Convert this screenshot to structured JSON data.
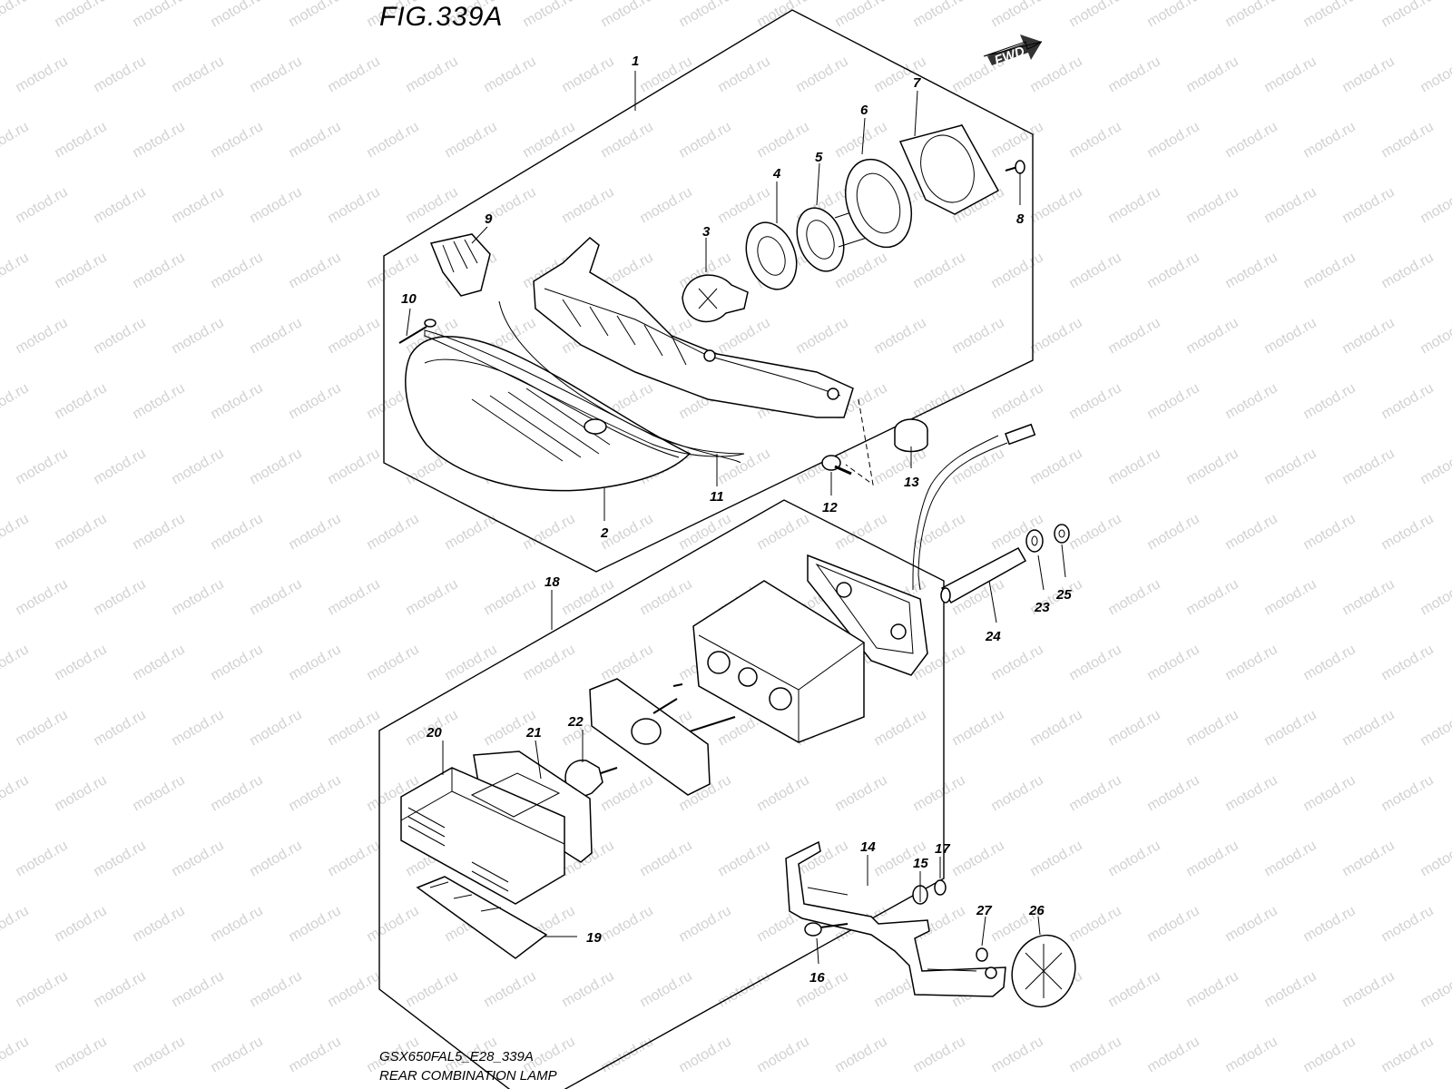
{
  "figure": {
    "title": "FIG.339A",
    "model_code": "GSX650FAL5_E28_339A",
    "name": "REAR COMBINATION LAMP",
    "fwd_label": "FWD",
    "watermark": "motod.ru"
  },
  "callouts": [
    {
      "id": "c1",
      "label": "1"
    },
    {
      "id": "c2",
      "label": "2"
    },
    {
      "id": "c3",
      "label": "3"
    },
    {
      "id": "c4",
      "label": "4"
    },
    {
      "id": "c5",
      "label": "5"
    },
    {
      "id": "c6",
      "label": "6"
    },
    {
      "id": "c7",
      "label": "7"
    },
    {
      "id": "c8",
      "label": "8"
    },
    {
      "id": "c9",
      "label": "9"
    },
    {
      "id": "c10",
      "label": "10"
    },
    {
      "id": "c11",
      "label": "11"
    },
    {
      "id": "c12",
      "label": "12"
    },
    {
      "id": "c13",
      "label": "13"
    },
    {
      "id": "c14",
      "label": "14"
    },
    {
      "id": "c15",
      "label": "15"
    },
    {
      "id": "c16",
      "label": "16"
    },
    {
      "id": "c17",
      "label": "17"
    },
    {
      "id": "c18",
      "label": "18"
    },
    {
      "id": "c19",
      "label": "19"
    },
    {
      "id": "c20",
      "label": "20"
    },
    {
      "id": "c21",
      "label": "21"
    },
    {
      "id": "c22",
      "label": "22"
    },
    {
      "id": "c23",
      "label": "23"
    },
    {
      "id": "c24",
      "label": "24"
    },
    {
      "id": "c25",
      "label": "25"
    },
    {
      "id": "c26",
      "label": "26"
    },
    {
      "id": "c27",
      "label": "27"
    }
  ]
}
